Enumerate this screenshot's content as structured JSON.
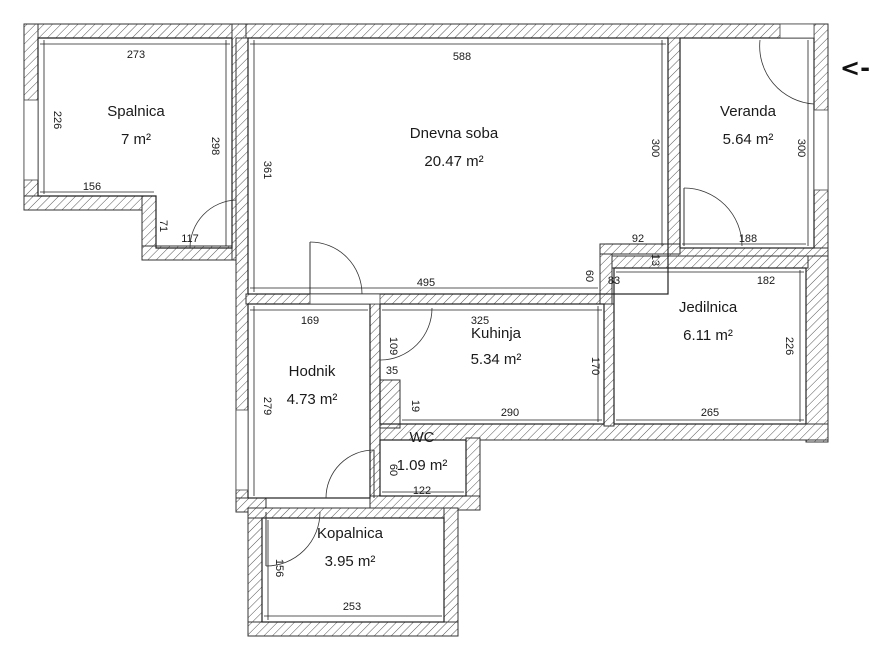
{
  "rooms": {
    "spalnica": {
      "name": "Spalnica",
      "area": "7 m²"
    },
    "dnevna": {
      "name": "Dnevna soba",
      "area": "20.47 m²"
    },
    "veranda": {
      "name": "Veranda",
      "area": "5.64 m²"
    },
    "jedilnica": {
      "name": "Jedilnica",
      "area": "6.11 m²"
    },
    "kuhinja": {
      "name": "Kuhinja",
      "area": "5.34 m²"
    },
    "hodnik": {
      "name": "Hodnik",
      "area": "4.73 m²"
    },
    "wc": {
      "name": "WC",
      "area": "1.09 m²"
    },
    "kopalnica": {
      "name": "Kopalnica",
      "area": "3.95 m²"
    }
  },
  "dimensions": {
    "d273": "273",
    "d226a": "226",
    "d298": "298",
    "d156a": "156",
    "d71": "71",
    "d117": "117",
    "d588": "588",
    "d361": "361",
    "d495": "495",
    "d300a": "300",
    "d300b": "300",
    "d92": "92",
    "d188": "188",
    "d13": "13",
    "d60a": "60",
    "d83": "83",
    "d182": "182",
    "d226b": "226",
    "d265": "265",
    "d169": "169",
    "d325": "325",
    "d109": "109",
    "d35": "35",
    "d170": "170",
    "d19": "19",
    "d290": "290",
    "d279": "279",
    "d60b": "60",
    "d122": "122",
    "d156b": "156",
    "d253": "253"
  },
  "entry": {
    "arrow": "<-"
  }
}
